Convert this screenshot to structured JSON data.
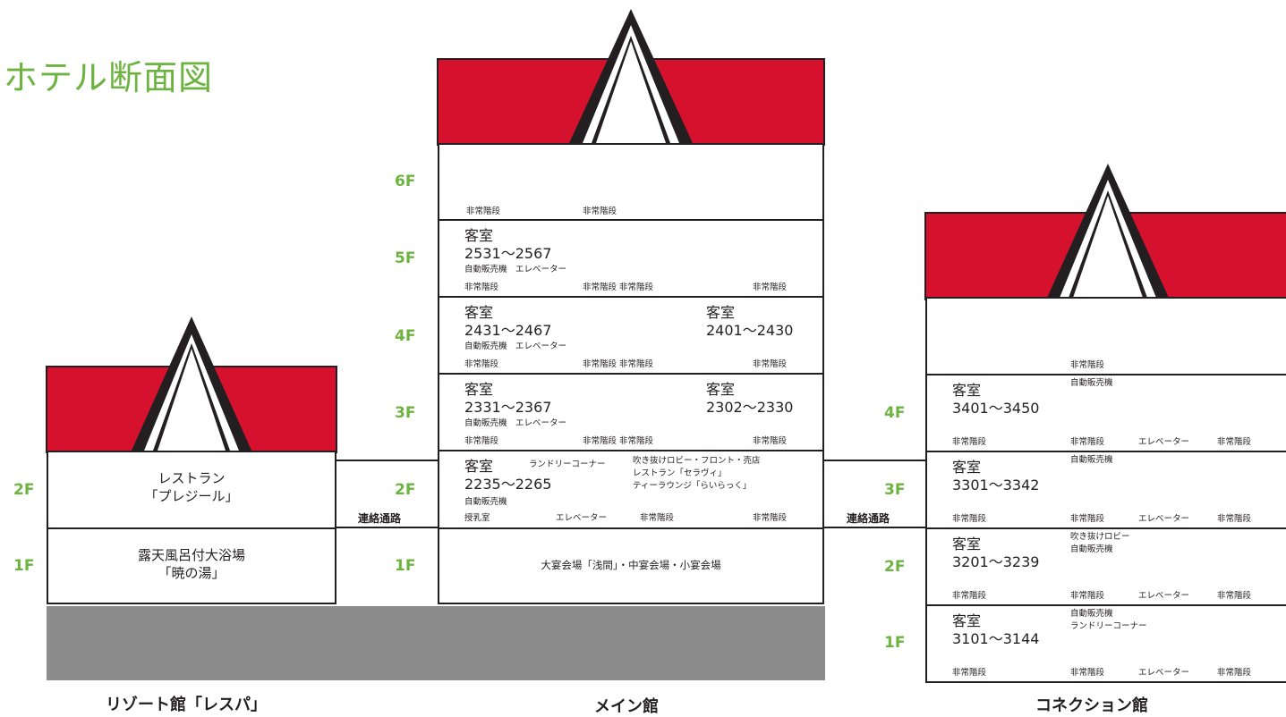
{
  "title": "ホテル断面図",
  "colors": {
    "roof": "#d5112e",
    "green": "#6cb33f",
    "ground": "#8c8c8c",
    "line": "#231f20"
  },
  "buildings": {
    "resort": {
      "name": "リゾート館「レスパ」",
      "floor_labels": [
        "2F",
        "1F"
      ],
      "f2": "レストラン\n「プレジール」",
      "f1": "露天風呂付大浴場\n「暁の湯」"
    },
    "main": {
      "name": "メイン館",
      "floor_labels": [
        "6F",
        "5F",
        "4F",
        "3F",
        "2F",
        "1F"
      ],
      "f6": {
        "stairs_a": "非常階段",
        "stairs_b": "非常階段"
      },
      "f5": {
        "room": "客室",
        "range": "2531〜2567",
        "facilities": "自動販売機　エレベーター",
        "stairs_a": "非常階段",
        "stairs_b": "非常階段 非常階段",
        "stairs_c": "非常階段"
      },
      "f4": {
        "room": "客室",
        "range": "2431〜2467",
        "facilities": "自動販売機　エレベーター",
        "room_r": "客室",
        "range_r": "2401〜2430",
        "stairs_a": "非常階段",
        "stairs_b": "非常階段 非常階段",
        "stairs_c": "非常階段"
      },
      "f3": {
        "room": "客室",
        "range": "2331〜2367",
        "facilities": "自動販売機　エレベーター",
        "room_r": "客室",
        "range_r": "2302〜2330",
        "stairs_a": "非常階段",
        "stairs_b": "非常階段 非常階段",
        "stairs_c": "非常階段"
      },
      "f2": {
        "room": "客室",
        "laundry": "ランドリーコーナー",
        "range": "2235〜2265",
        "lobby": "吹き抜けロビー・フロント・売店",
        "restaurant": "レストラン「セラヴィ」",
        "tea": "ティーラウンジ「らいらっく」",
        "vending": "自動販売機",
        "nursing": "授乳室",
        "elevator": "エレベーター",
        "stairs_a": "非常階段",
        "stairs_b": "非常階段"
      },
      "f1": "大宴会場「浅間」・中宴会場・小宴会場"
    },
    "connection": {
      "name": "コネクション館",
      "floor_labels": [
        "4F",
        "3F",
        "2F",
        "1F"
      ],
      "top": {
        "stairs": "非常階段",
        "vending": "自動販売機"
      },
      "f4": {
        "room": "客室",
        "range": "3401〜3450",
        "s1": "非常階段",
        "s2": "非常階段",
        "el": "エレベーター",
        "s3": "非常階段",
        "vending": "自動販売機"
      },
      "f3": {
        "room": "客室",
        "range": "3301〜3342",
        "s1": "非常階段",
        "s2": "非常階段",
        "el": "エレベーター",
        "s3": "非常階段"
      },
      "f2": {
        "room": "客室",
        "range": "3201〜3239",
        "lobby": "吹き抜けロビー",
        "vending": "自動販売機",
        "s1": "非常階段",
        "s2": "非常階段",
        "el": "エレベーター",
        "s3": "非常階段"
      },
      "f1": {
        "room": "客室",
        "range": "3101〜3144",
        "vending": "自動販売機",
        "laundry": "ランドリーコーナー",
        "s1": "非常階段",
        "s2": "非常階段",
        "el": "エレベーター",
        "s3": "非常階段"
      }
    }
  },
  "passages": [
    "連絡通路",
    "連絡通路"
  ]
}
